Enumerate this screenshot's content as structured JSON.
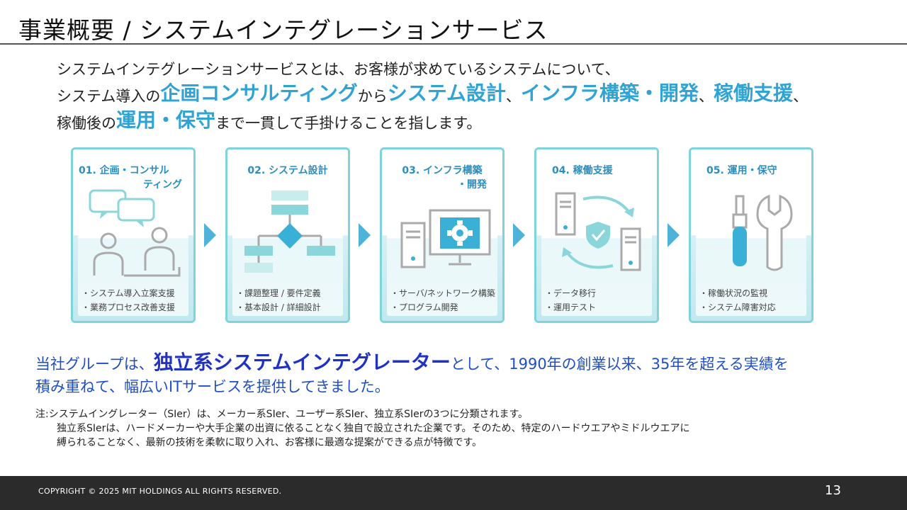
{
  "header": {
    "title": "事業概要 / システムインテグレーションサービス"
  },
  "intro": {
    "line1": "システムインテグレーションサービスとは、お客様が求めているシステムについて、",
    "line2_a": "システム導入の",
    "line2_hl1": "企画コンサルティング",
    "line2_b": "から",
    "line2_hl2": "システム設計",
    "line2_c": "、",
    "line2_hl3": "インフラ構築・開発",
    "line2_d": "、",
    "line2_hl4": "稼働支援",
    "line2_e": "、",
    "line3_a": "稼働後の",
    "line3_hl": "運用・保守",
    "line3_b": "まで一貫して手掛けることを指します。"
  },
  "steps": [
    {
      "title_1": "01. 企画・コンサル",
      "title_2": "ティング",
      "icon": "consulting-icon",
      "bullet_1": "・システム導入立案支援",
      "bullet_2": "・業務プロセス改善支援"
    },
    {
      "title_1": "02. システム設計",
      "title_2": "",
      "icon": "flowchart-icon",
      "bullet_1": "・課題整理 / 要件定義",
      "bullet_2": "・基本設計 / 詳細設計"
    },
    {
      "title_1": "03. インフラ構築",
      "title_2": "・開発",
      "icon": "server-monitor-gear-icon",
      "bullet_1": "・サーバ/ネットワーク構築",
      "bullet_2": "・プログラム開発"
    },
    {
      "title_1": "04. 稼働支援",
      "title_2": "",
      "icon": "server-migration-shield-icon",
      "bullet_1": "・データ移行",
      "bullet_2": "・運用テスト"
    },
    {
      "title_1": "05. 運用・保守",
      "title_2": "",
      "icon": "screwdriver-wrench-icon",
      "bullet_1": "・稼働状況の監視",
      "bullet_2": "・システム障害対応"
    }
  ],
  "group": {
    "a": "当社グループは、",
    "big": "独立系システムインテグレーター",
    "b": "として、1990年の創業以来、35年を超える実績を",
    "line2": "積み重ねて、幅広いITサービスを提供してきました。"
  },
  "note": {
    "line1": "注:システムイングレーター（SIer）は、メーカー系SIer、ユーザー系SIer、独立系SIerの3つに分類されます。",
    "line2": "独立系SIerは、ハードメーカーや大手企業の出資に依ることなく独自で設立された企業です。そのため、特定のハードウエアやミドルウエアに",
    "line3": "縛られることなく、最新の技術を柔軟に取り入れ、お客様に最適な提案ができる点が特徴です。"
  },
  "footer": {
    "copyright": "COPYRIGHT © 2025 MIT HOLDINGS ALL RIGHTS RESERVED.",
    "page_number": "13"
  },
  "colors": {
    "accent": "#2ea3d4",
    "card_border": "#7ed4da",
    "group_text": "#1f4fc1",
    "footer_bg": "#2b2b2b"
  }
}
